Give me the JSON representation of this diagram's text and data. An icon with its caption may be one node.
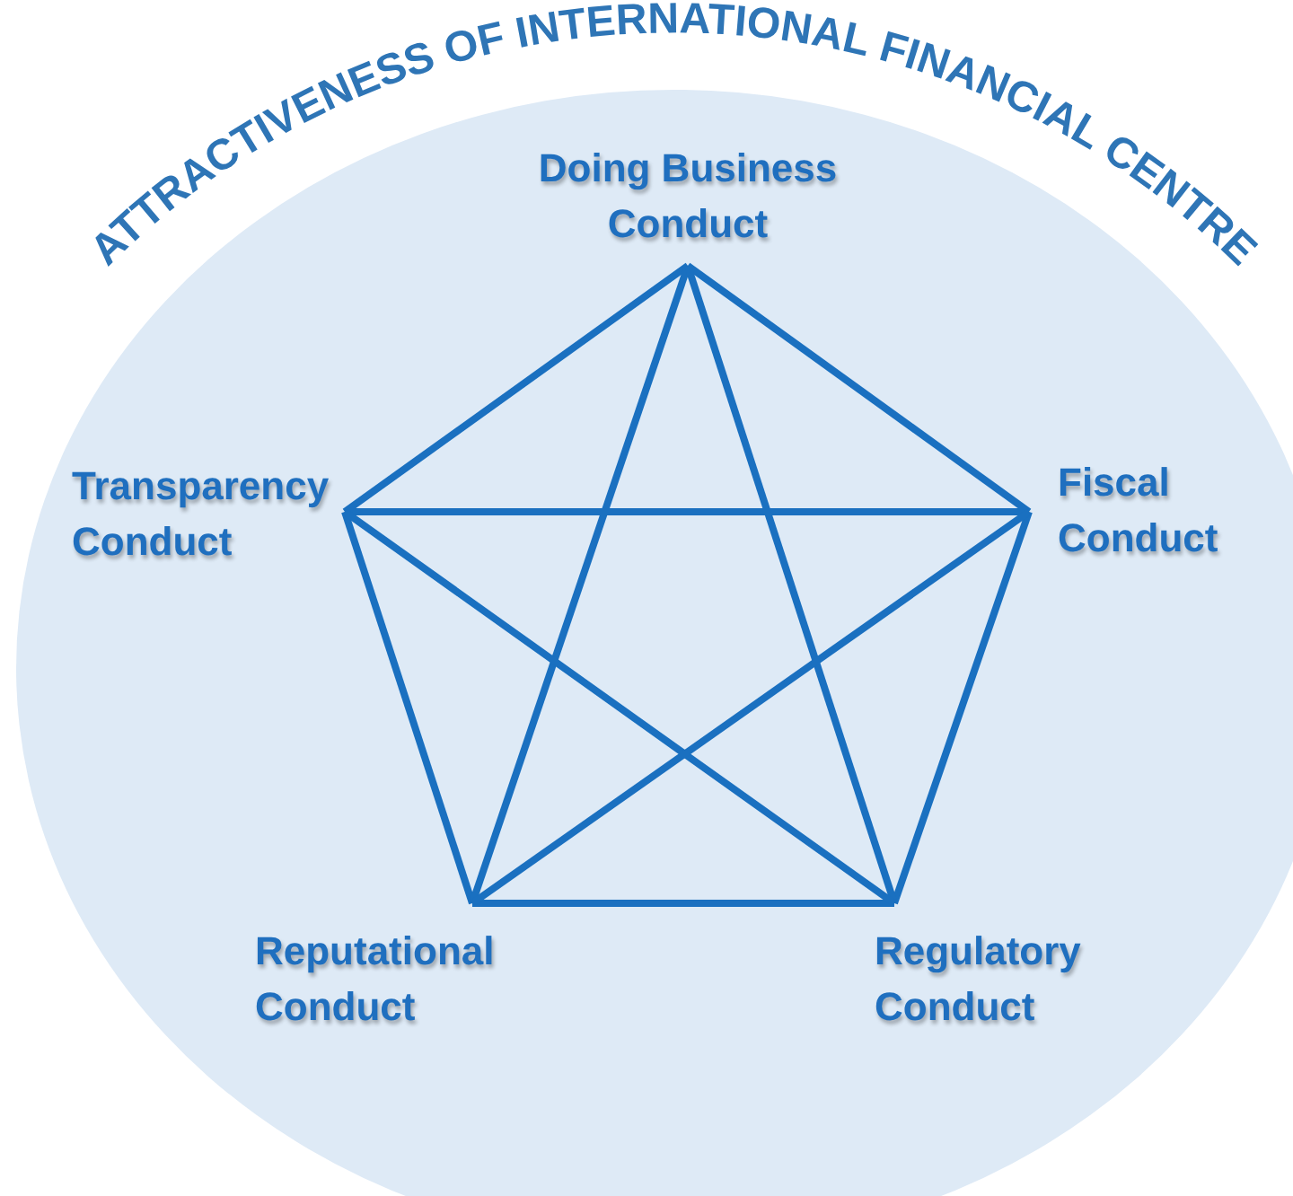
{
  "diagram": {
    "title": "ATTRACTIVENESS OF INTERNATIONAL FINANCIAL CENTRE",
    "nodes": [
      {
        "text": [],
        "shape": "circle"
      },
      {
        "text": [
          "Doing Business Conduct"
        ],
        "in": 0
      },
      {
        "text": [
          "Transparency Conduct"
        ],
        "in": 0
      },
      {
        "text": [
          "Fiscal Conduct"
        ],
        "in": 0
      },
      {
        "text": [
          "Reputational Conduct"
        ],
        "in": 0
      },
      {
        "text": [
          "Regulatory Conduct"
        ],
        "in": 0
      }
    ],
    "edges": [
      {
        "from": 1,
        "to": 3,
        "arrow": "none"
      },
      {
        "from": 3,
        "to": 5,
        "arrow": "none"
      },
      {
        "from": 5,
        "to": 4,
        "arrow": "none"
      },
      {
        "from": 4,
        "to": 2,
        "arrow": "none"
      },
      {
        "from": 2,
        "to": 1,
        "arrow": "none"
      },
      {
        "from": 1,
        "to": 4,
        "arrow": "none"
      },
      {
        "from": 1,
        "to": 5,
        "arrow": "none"
      },
      {
        "from": 2,
        "to": 3,
        "arrow": "none"
      },
      {
        "from": 2,
        "to": 5,
        "arrow": "none"
      },
      {
        "from": 3,
        "to": 4,
        "arrow": "none"
      }
    ]
  }
}
